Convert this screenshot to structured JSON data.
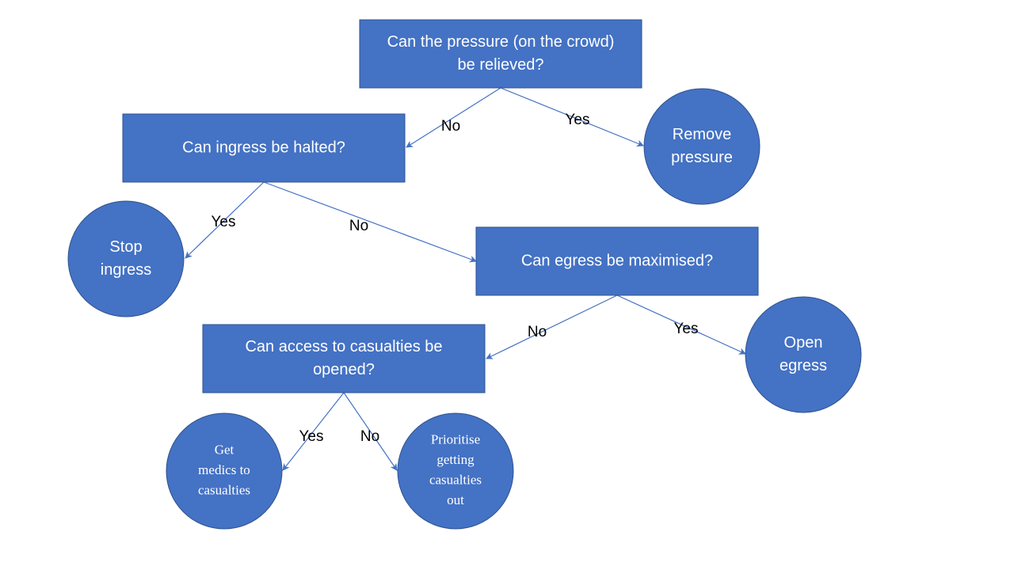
{
  "style": {
    "node_fill": "#4472C4",
    "node_stroke": "#2F528F",
    "edge_color": "#4472C4",
    "text_color": "#FFFFFF",
    "label_color": "#000000"
  },
  "nodes": {
    "q_pressure": {
      "shape": "rectangle",
      "lines": [
        "Can the pressure (on the crowd)",
        "be relieved?"
      ]
    },
    "remove_pressure": {
      "shape": "circle",
      "lines": [
        "Remove",
        "pressure"
      ]
    },
    "q_ingress": {
      "shape": "rectangle",
      "lines": [
        "Can ingress be halted?"
      ]
    },
    "stop_ingress": {
      "shape": "circle",
      "lines": [
        "Stop",
        "ingress"
      ]
    },
    "q_egress": {
      "shape": "rectangle",
      "lines": [
        "Can egress be maximised?"
      ]
    },
    "open_egress": {
      "shape": "circle",
      "lines": [
        "Open",
        "egress"
      ]
    },
    "q_access": {
      "shape": "rectangle",
      "lines": [
        "Can access to casualties be",
        "opened?"
      ]
    },
    "get_medics": {
      "shape": "circle",
      "lines": [
        "Get",
        "medics to",
        "casualties"
      ]
    },
    "prioritise_out": {
      "shape": "circle",
      "lines": [
        "Prioritise",
        "getting",
        "casualties",
        "out"
      ]
    }
  },
  "edges": [
    {
      "from": "q_pressure",
      "to": "q_ingress",
      "label": "No"
    },
    {
      "from": "q_pressure",
      "to": "remove_pressure",
      "label": "Yes"
    },
    {
      "from": "q_ingress",
      "to": "stop_ingress",
      "label": "Yes"
    },
    {
      "from": "q_ingress",
      "to": "q_egress",
      "label": "No"
    },
    {
      "from": "q_egress",
      "to": "q_access",
      "label": "No"
    },
    {
      "from": "q_egress",
      "to": "open_egress",
      "label": "Yes"
    },
    {
      "from": "q_access",
      "to": "get_medics",
      "label": "Yes"
    },
    {
      "from": "q_access",
      "to": "prioritise_out",
      "label": "No"
    }
  ]
}
